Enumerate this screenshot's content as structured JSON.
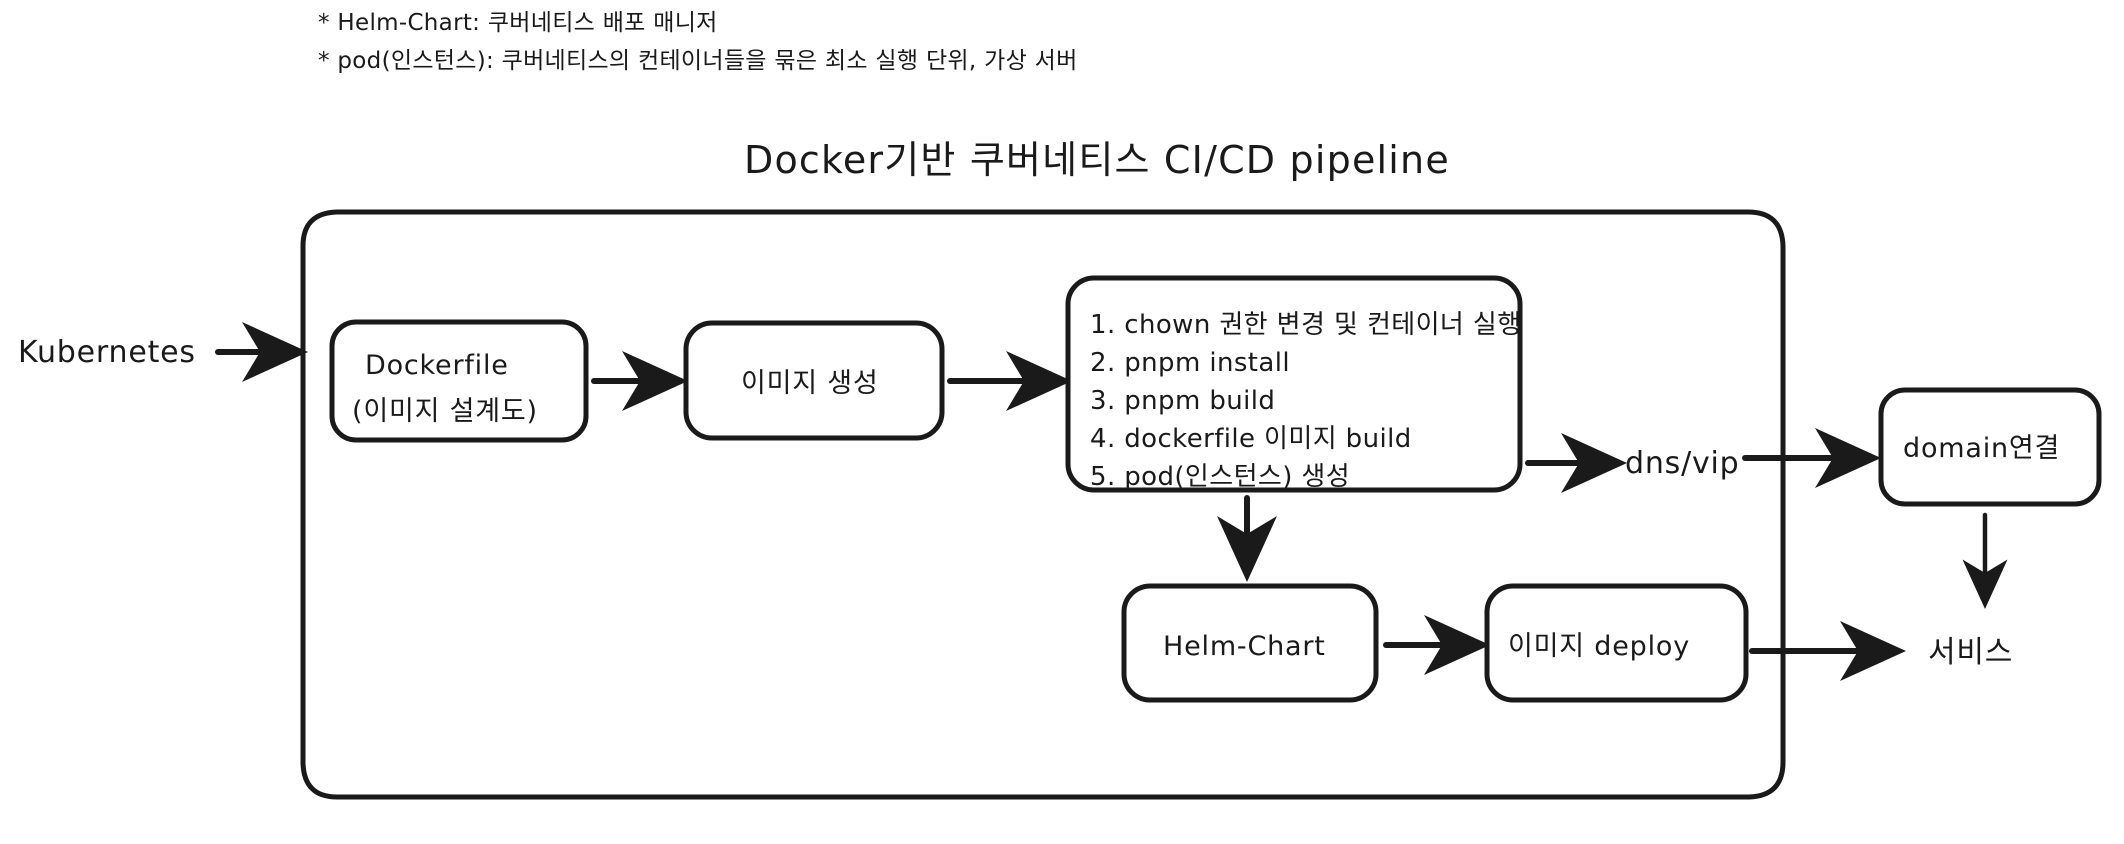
{
  "page": {
    "background_color": "#ffffff",
    "ink_color": "#1a1a1a"
  },
  "notes": [
    "* Helm-Chart: 쿠버네티스 배포 매니저",
    "* pod(인스턴스): 쿠버네티스의 컨테이너들을 묶은 최소 실행 단위, 가상 서버"
  ],
  "title": "Docker기반 쿠버네티스 CI/CD pipeline",
  "external": {
    "source_label": "Kubernetes",
    "dns_label": "dns/vip",
    "service_label": "서비스"
  },
  "nodes": {
    "dockerfile": {
      "line1": "Dockerfile",
      "line2": "(이미지 설계도)"
    },
    "image_build": {
      "label": "이미지 생성"
    },
    "steps": {
      "items": [
        "1. chown 권한 변경 및 컨테이너 실행",
        "2. pnpm install",
        "3. pnpm build",
        "4. dockerfile 이미지 build",
        "5. pod(인스턴스) 생성"
      ]
    },
    "helm_chart": {
      "label": "Helm-Chart"
    },
    "image_deploy": {
      "label": "이미지 deploy"
    },
    "domain_connect": {
      "label": "domain연결"
    }
  }
}
